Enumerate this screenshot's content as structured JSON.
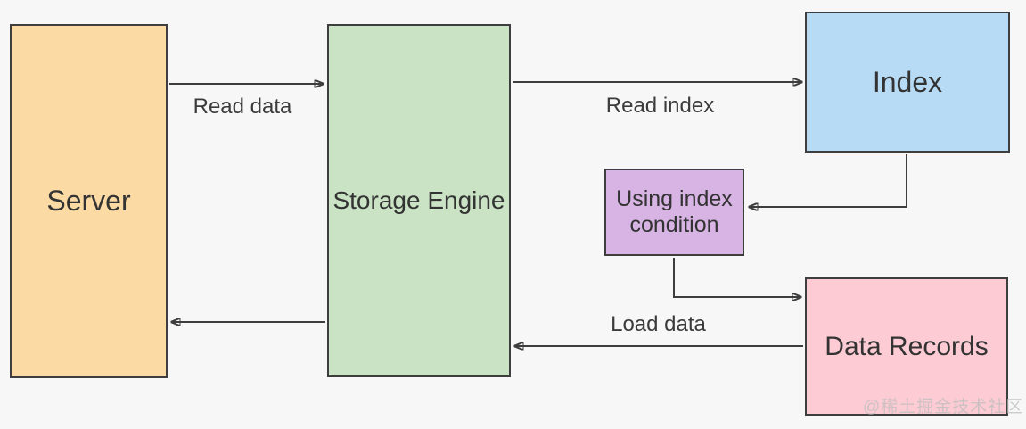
{
  "diagram": {
    "type": "flowchart",
    "background_color": "#f7f7f7",
    "line_color": "#3e3e3e",
    "text_color": "#333333",
    "nodes": [
      {
        "id": "server",
        "label": "Server",
        "fill": "#fbdaa3"
      },
      {
        "id": "storage-engine",
        "label": "Storage Engine",
        "fill": "#c9e3c4"
      },
      {
        "id": "index",
        "label": "Index",
        "fill": "#b7dbf4"
      },
      {
        "id": "using-index-condition",
        "label": "Using index condition",
        "fill": "#d7b4e3"
      },
      {
        "id": "data-records",
        "label": "Data Records",
        "fill": "#fccbd3"
      }
    ],
    "edges": [
      {
        "from": "server",
        "to": "storage-engine",
        "label": "Read data"
      },
      {
        "from": "storage-engine",
        "to": "index",
        "label": "Read index"
      },
      {
        "from": "index",
        "to": "using-index-condition",
        "label": ""
      },
      {
        "from": "using-index-condition",
        "to": "data-records",
        "label": ""
      },
      {
        "from": "data-records",
        "to": "storage-engine",
        "label": "Load data"
      },
      {
        "from": "storage-engine",
        "to": "server",
        "label": ""
      }
    ],
    "watermark": "@稀土掘金技术社区"
  }
}
